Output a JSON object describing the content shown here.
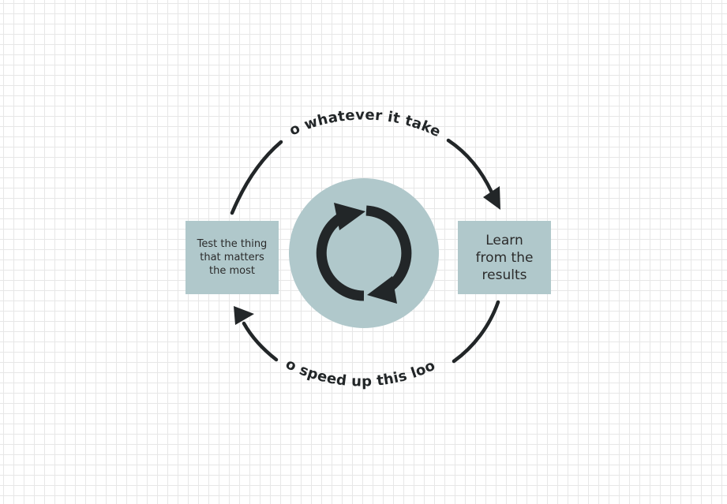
{
  "diagram": {
    "top_arc_label": "Do whatever it takes",
    "bottom_arc_label": "to speed up this loop",
    "left_box_text": "Test the thing that matters the most",
    "right_box_text": "Learn from the results",
    "center_icon": "refresh-cycle-icon"
  },
  "colors": {
    "box_fill": "#b0c8cb",
    "circle_fill": "#b0c8cb",
    "stroke": "#222628",
    "text": "#2b2b2b"
  }
}
